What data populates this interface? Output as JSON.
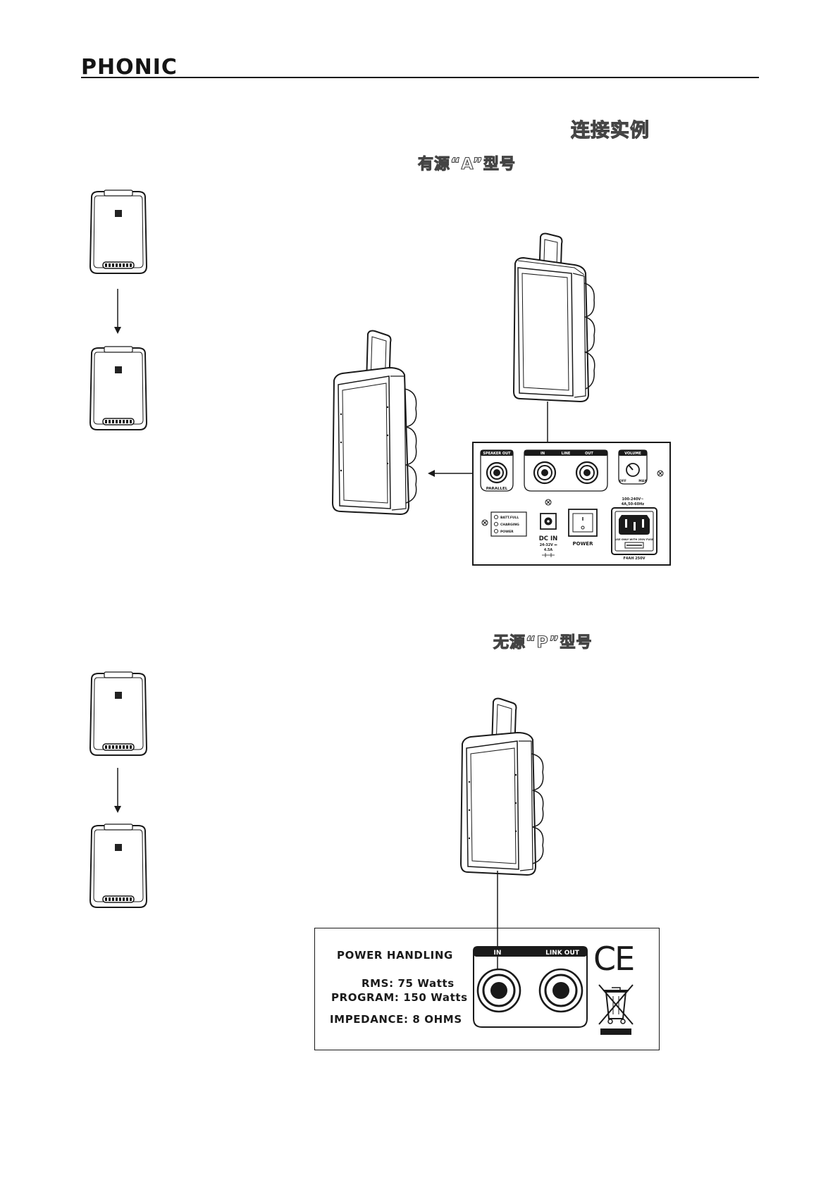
{
  "brand": "PHONIC",
  "headings": {
    "main": "连接实例",
    "active": "有源“A”型号",
    "passive": "无源“P”型号"
  },
  "active_panel": {
    "speaker_out": "SPEAKER OUT",
    "parallel": "PARALLEL",
    "in": "IN",
    "line": "LINE",
    "out": "OUT",
    "volume": "VOLUME",
    "min": "OFF",
    "max": "MAX",
    "ac_rating_1": "100-240V~",
    "ac_rating_2": "4A,50-60Hz",
    "led_1": "BATT.FULL",
    "led_2": "CHARGING",
    "led_3": "POWER",
    "dc_in": "DC IN",
    "dc_rating_1": "24-32V ⎓",
    "dc_rating_2": "4.5A",
    "power": "POWER",
    "fuse_note": "USE ONLY WITH 250V FUSE",
    "fuse": "F4AH 250V"
  },
  "passive_panel": {
    "power_handling": "POWER HANDLING",
    "rms": "RMS: 75 Watts",
    "program": "PROGRAM: 150 Watts",
    "impedance": "IMPEDANCE: 8 OHMS",
    "in": "IN",
    "link_out": "LINK OUT",
    "ce": "CE"
  }
}
